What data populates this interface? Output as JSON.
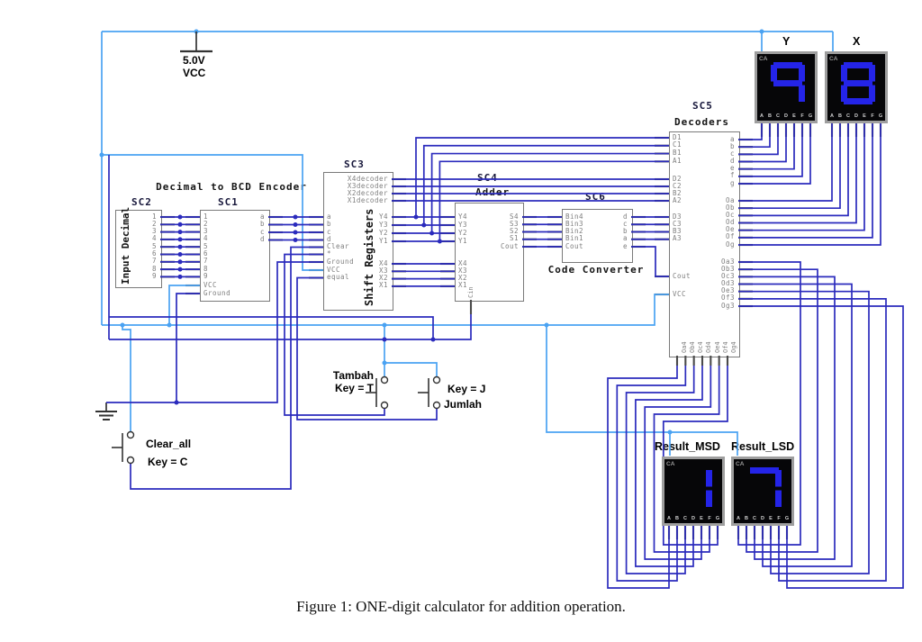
{
  "caption": "Figure 1: ONE-digit calculator for addition operation.",
  "power": {
    "lines": [
      "5.0V",
      "VCC"
    ]
  },
  "colors": {
    "wire_signal": "#2b2bbd",
    "wire_power": "#4aa2f2",
    "pin_stub": "#4a4a4a",
    "block_border": "#7a7a7a",
    "segment_on": "#2424e8",
    "display_bg": "#060608",
    "display_frame": "#9e9e9e"
  },
  "blocks": [
    {
      "refdes": "SC2",
      "vertical_label": "Input Decimal",
      "right_pins": [
        "1",
        "2",
        "3",
        "4",
        "5",
        "6",
        "7",
        "8",
        "9"
      ]
    },
    {
      "refdes": "SC1",
      "header": "Decimal to BCD Encoder",
      "left_pins": [
        "1",
        "2",
        "3",
        "4",
        "5",
        "6",
        "7",
        "8",
        "9",
        "VCC",
        "Ground"
      ],
      "right_pins": [
        "a",
        "b",
        "c",
        "d"
      ]
    },
    {
      "refdes": "SC3",
      "vertical_label": "Shift Registers",
      "top_pins": [
        "X4decoder",
        "X3decoder",
        "X2decoder",
        "X1decoder"
      ],
      "left_pins": [
        "a",
        "b",
        "c",
        "d",
        "Clear",
        "*",
        "Ground",
        "VCC",
        "equal"
      ],
      "right_pins": [
        "Y4",
        "Y3",
        "Y2",
        "Y1",
        "X4",
        "X3",
        "X2",
        "X1"
      ]
    },
    {
      "refdes": "SC4",
      "title": "Adder",
      "left_pins": [
        "Y4",
        "Y3",
        "Y2",
        "Y1",
        "X4",
        "X3",
        "X2",
        "X1"
      ],
      "right_pins": [
        "S4",
        "S3",
        "S2",
        "S1",
        "Cout"
      ],
      "bottom_pins": [
        "Cin"
      ]
    },
    {
      "refdes": "SC6",
      "footer": "Code Converter",
      "left_pins": [
        "Bin4",
        "Bin3",
        "Bin2",
        "Bin1",
        "Cout"
      ],
      "right_pins": [
        "d",
        "c",
        "b",
        "a",
        "e"
      ]
    },
    {
      "refdes": "SC5",
      "title": "Decoders",
      "left_pins": [
        "D1",
        "C1",
        "B1",
        "A1",
        "D2",
        "C2",
        "B2",
        "A2",
        "D3",
        "C3",
        "B3",
        "A3",
        "Cout",
        "VCC"
      ],
      "right_pins": [
        "a",
        "b",
        "c",
        "d",
        "e",
        "f",
        "g",
        "Oa",
        "Ob",
        "Oc",
        "Od",
        "Oe",
        "Of",
        "Og",
        "Oa3",
        "Ob3",
        "Oc3",
        "Od3",
        "Oe3",
        "Of3",
        "Og3"
      ],
      "bottom_pins": [
        "Oa4",
        "Ob4",
        "Oc4",
        "Od4",
        "Oe4",
        "Of4",
        "Og4"
      ]
    }
  ],
  "displays": [
    {
      "label": "Y",
      "ca": "CA",
      "digit": "9",
      "segment_labels": [
        "A",
        "B",
        "C",
        "D",
        "E",
        "F",
        "G"
      ],
      "lit": [
        "a",
        "b",
        "c",
        "f",
        "g"
      ]
    },
    {
      "label": "X",
      "ca": "CA",
      "digit": "8",
      "segment_labels": [
        "A",
        "B",
        "C",
        "D",
        "E",
        "F",
        "G"
      ],
      "lit": [
        "a",
        "b",
        "c",
        "d",
        "e",
        "f",
        "g"
      ]
    },
    {
      "label": "Result_MSD",
      "ca": "CA",
      "digit": "1",
      "segment_labels": [
        "A",
        "B",
        "C",
        "D",
        "E",
        "F",
        "G"
      ],
      "lit": [
        "b",
        "c"
      ]
    },
    {
      "label": "Result_LSD",
      "ca": "CA",
      "digit": "7",
      "segment_labels": [
        "A",
        "B",
        "C",
        "D",
        "E",
        "F",
        "G"
      ],
      "lit": [
        "a",
        "b",
        "c"
      ]
    }
  ],
  "switches": [
    {
      "line1": "Tambah",
      "line2": "Key = T"
    },
    {
      "line1": "Key = J",
      "line2": "Jumlah"
    },
    {
      "line1": "Clear_all",
      "line2": "Key = C"
    }
  ]
}
